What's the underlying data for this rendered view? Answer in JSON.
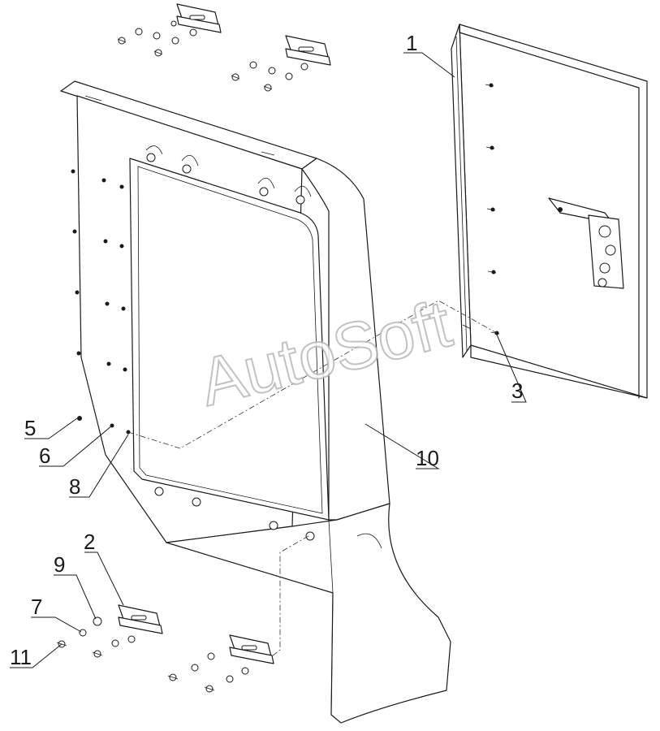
{
  "callouts": {
    "c1": "1",
    "c2": "2",
    "c3": "3",
    "c5": "5",
    "c6": "6",
    "c7": "7",
    "c8": "8",
    "c9": "9",
    "c10": "10",
    "c11": "11"
  },
  "watermark": "AutoSoft"
}
